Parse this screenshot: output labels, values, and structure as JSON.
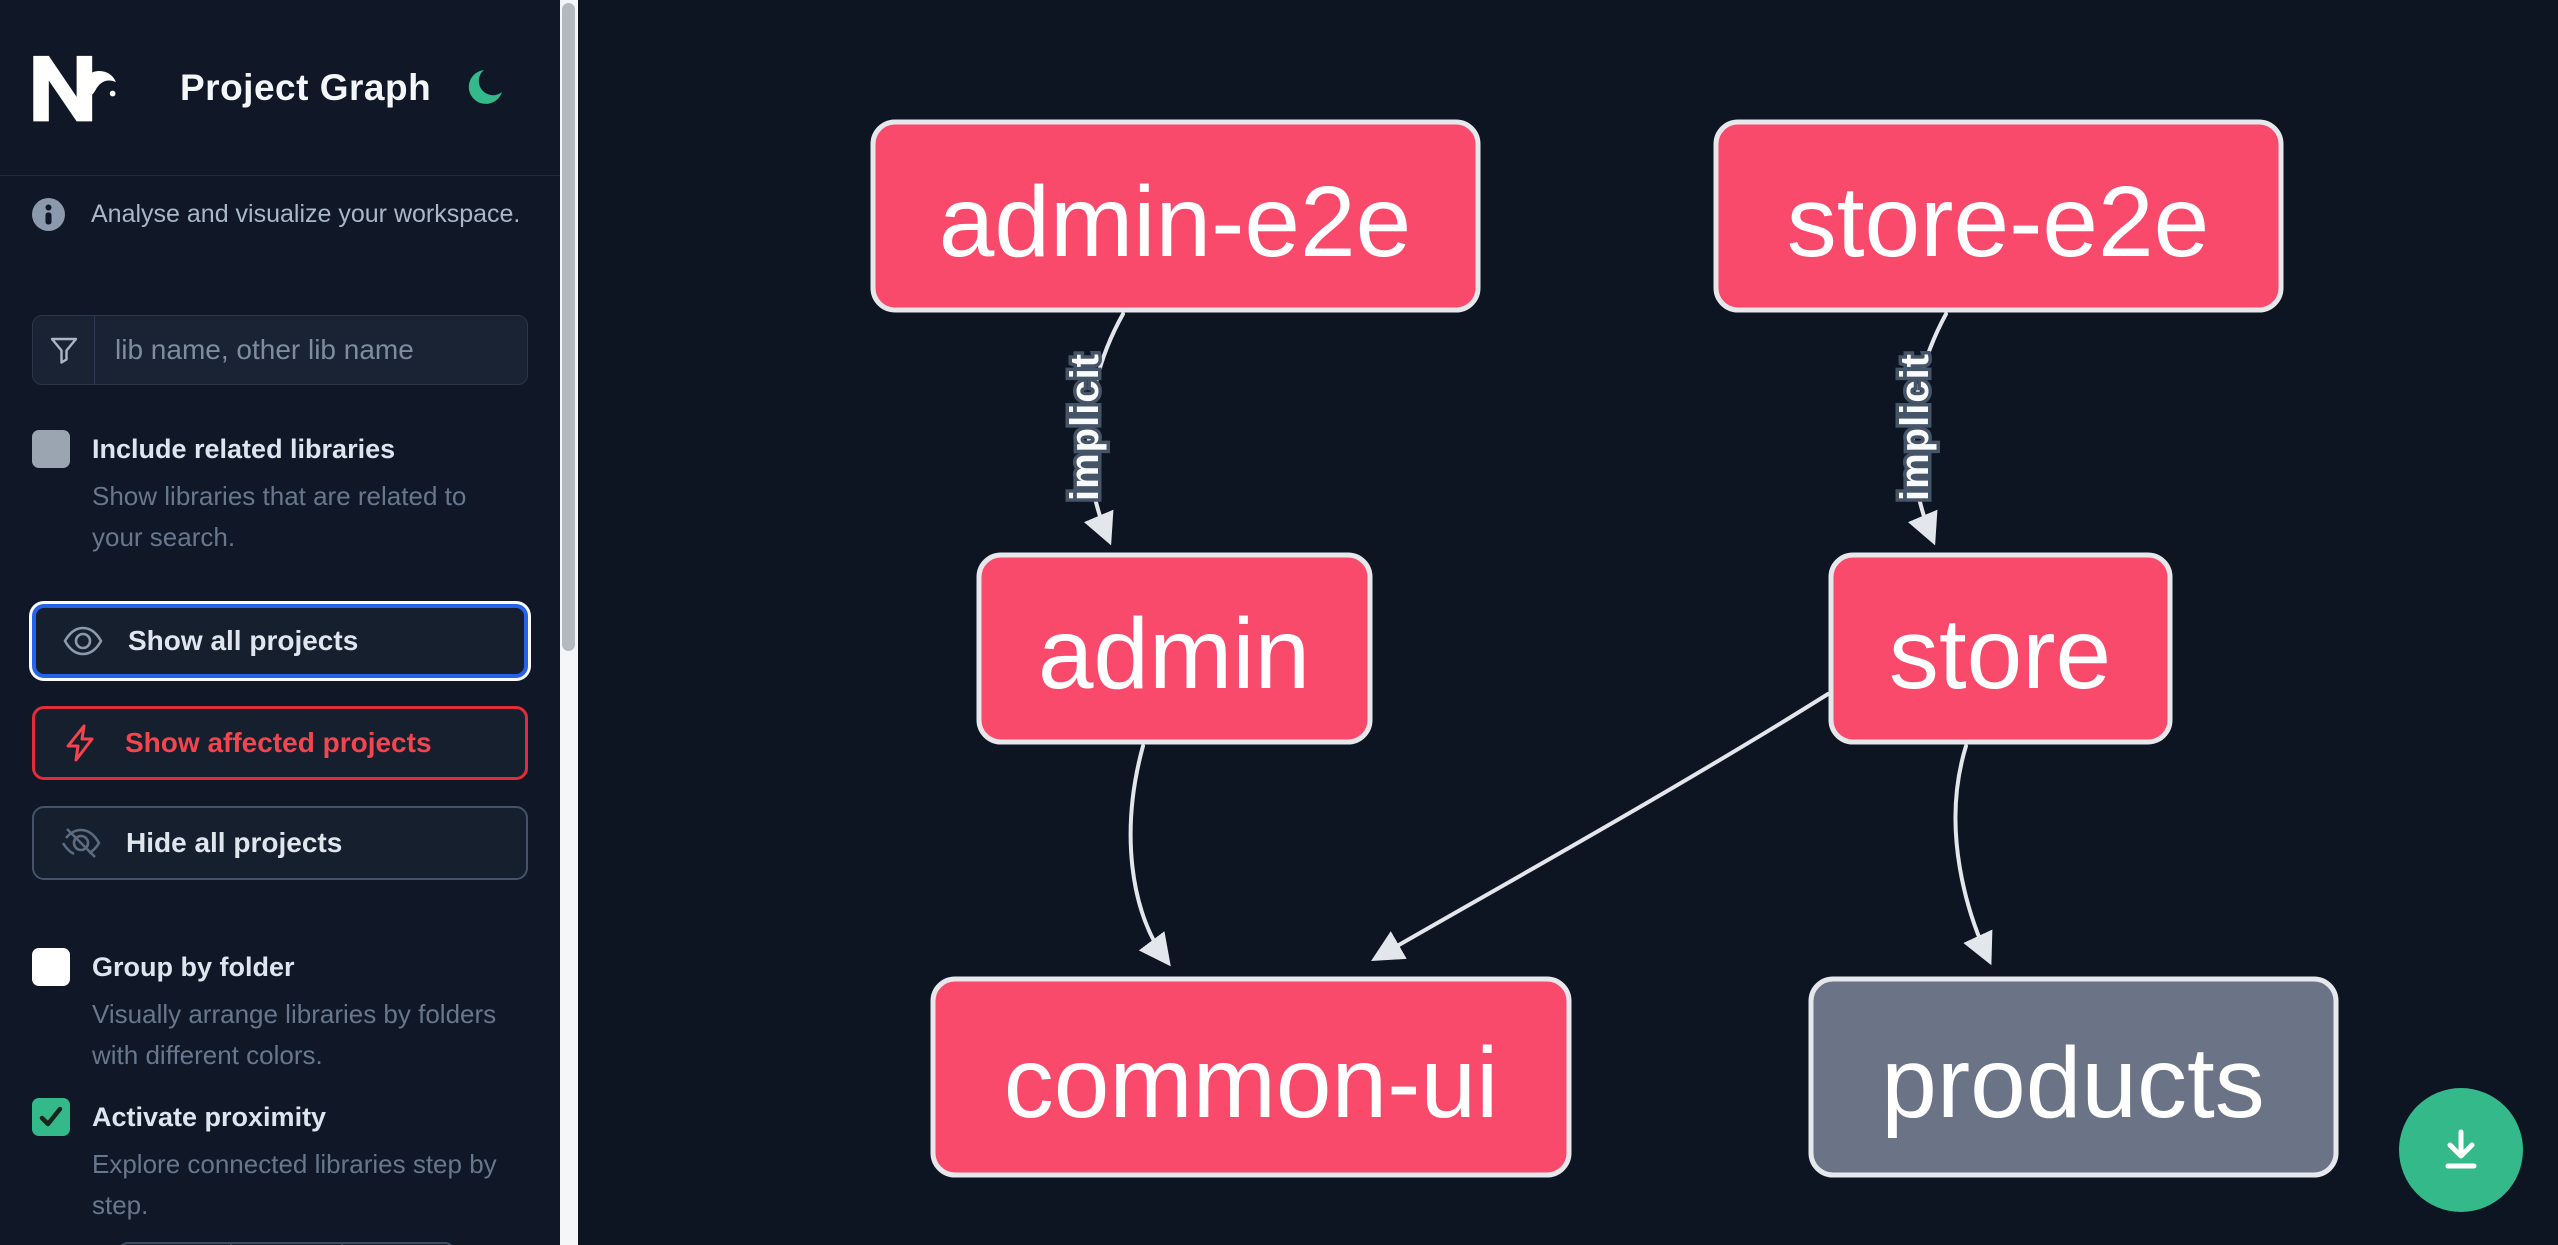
{
  "header": {
    "title": "Project Graph",
    "logo": "nx-logo",
    "theme_toggle_icon": "moon-icon"
  },
  "sidebar": {
    "info_text": "Analyse and visualize your workspace.",
    "search": {
      "placeholder": "lib name, other lib name",
      "icon": "filter-funnel-icon"
    },
    "toggles": [
      {
        "label": "Include related libraries",
        "description": "Show libraries that are related to your search.",
        "checked": false
      },
      {
        "label": "Group by folder",
        "description": "Visually arrange libraries by folders with different colors.",
        "checked": false
      },
      {
        "label": "Activate proximity",
        "description": "Explore connected libraries step by step.",
        "checked": true
      }
    ],
    "buttons": [
      {
        "label": "Show all projects",
        "icon": "eye-icon",
        "state": "focused"
      },
      {
        "label": "Show affected projects",
        "icon": "lightning-icon",
        "state": "danger"
      },
      {
        "label": "Hide all projects",
        "icon": "eye-off-icon",
        "state": "default"
      }
    ]
  },
  "graph": {
    "nodes": [
      {
        "id": "admin-e2e",
        "label": "admin-e2e",
        "color": "#fa4a6b"
      },
      {
        "id": "store-e2e",
        "label": "store-e2e",
        "color": "#fa4a6b"
      },
      {
        "id": "admin",
        "label": "admin",
        "color": "#fa4a6b"
      },
      {
        "id": "store",
        "label": "store",
        "color": "#fa4a6b"
      },
      {
        "id": "common-ui",
        "label": "common-ui",
        "color": "#fa4a6b"
      },
      {
        "id": "products",
        "label": "products",
        "color": "#6b7487"
      }
    ],
    "edges": [
      {
        "from": "admin-e2e",
        "to": "admin",
        "label": "implicit"
      },
      {
        "from": "store-e2e",
        "to": "store",
        "label": "implicit"
      },
      {
        "from": "admin",
        "to": "common-ui",
        "label": ""
      },
      {
        "from": "store",
        "to": "common-ui",
        "label": ""
      },
      {
        "from": "store",
        "to": "products",
        "label": ""
      }
    ]
  },
  "fab": {
    "icon": "download-icon",
    "color": "#34b98b"
  },
  "colors": {
    "sidebar_bg": "#101726",
    "canvas_bg": "#0e1522",
    "node_pink": "#fa4a6b",
    "node_gray": "#6b7487",
    "node_border": "#e6e8ec",
    "edge": "#e3e6ea",
    "accent_blue": "#2563eb",
    "affected_red": "#e02d39",
    "brand_green": "#34b98b"
  }
}
